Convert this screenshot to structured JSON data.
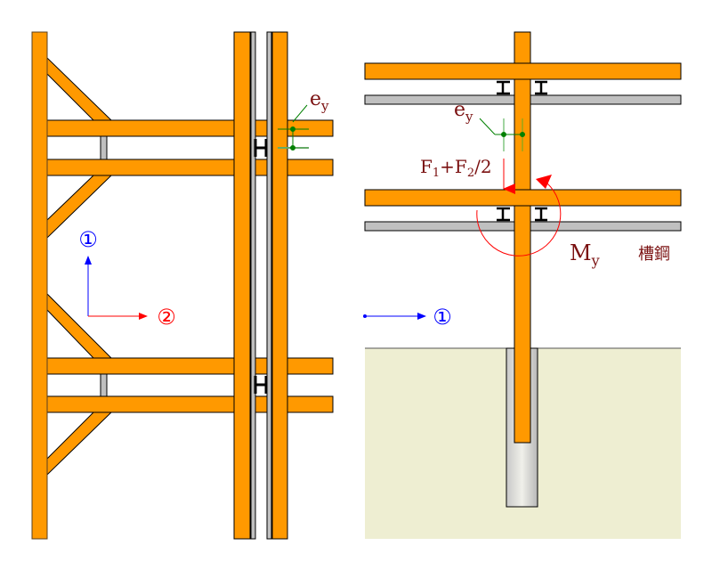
{
  "labels": {
    "ey_left": "e",
    "ey_left_sub": "y",
    "ey_right": "e",
    "ey_right_sub": "y",
    "force_F1": "F",
    "force_F1_sub": "1",
    "force_plus": "+F",
    "force_F2_sub": "2",
    "force_div": "/2",
    "moment": "M",
    "moment_sub": "y",
    "channel_steel": "槽鋼",
    "axis_1_left": "①",
    "axis_2_left": "②",
    "axis_1_right": "①"
  },
  "colors": {
    "steel": "#ff9900",
    "gray": "#c0c0c0",
    "ground": "#eeeed2",
    "axis1": "#0000ff",
    "axis2": "#ff0000",
    "eccentricity": "#008000",
    "text": "#7a1010"
  }
}
